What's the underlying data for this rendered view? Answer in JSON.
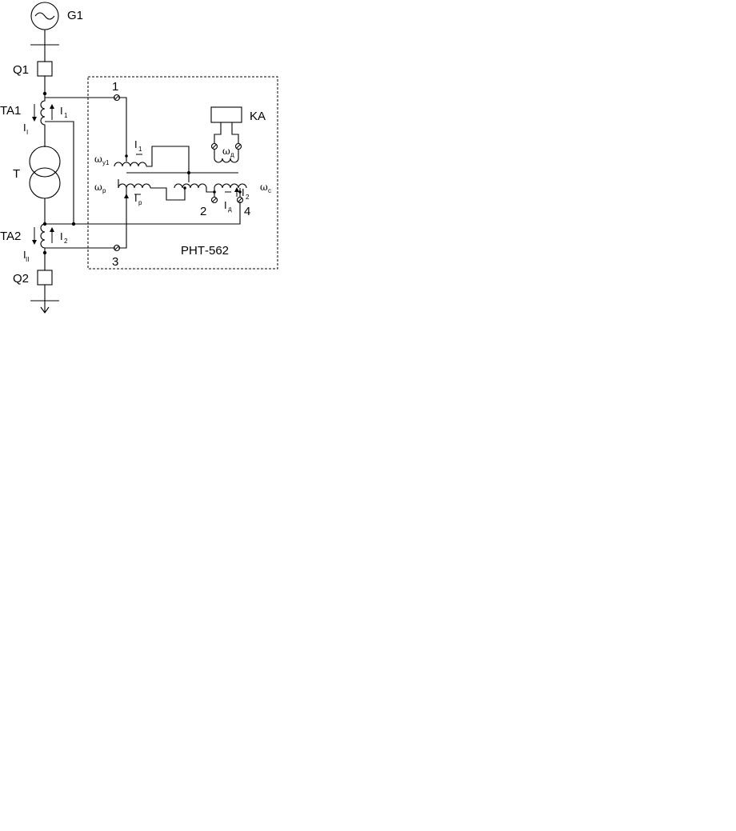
{
  "labels": {
    "generator": "G1",
    "breaker_top": "Q1",
    "ct_top": "TA1",
    "transformer": "T",
    "ct_bottom": "TA2",
    "breaker_bottom": "Q2",
    "relay_contact": "KA",
    "relay_type": "РНТ-562",
    "current_primary_1": "I",
    "current_primary_1_sub": "I",
    "current_primary_2": "I",
    "current_primary_2_sub": "II",
    "current_i1": "I",
    "current_i1_sub": "1",
    "current_i2": "I",
    "current_i2_sub": "2",
    "current_diff": "I",
    "current_diff_sub": "д",
    "current_op": "I",
    "current_op_sub": "р",
    "terminal_1": "1",
    "terminal_2": "2",
    "terminal_3": "3",
    "terminal_4": "4",
    "winding_w1": "ω",
    "winding_w1_sub": "у1",
    "winding_w2": "ω",
    "winding_w2_sub": "р",
    "winding_w3": "ω",
    "winding_w3_sub": "д",
    "winding_wc": "ω",
    "winding_wc_sub": "с"
  }
}
